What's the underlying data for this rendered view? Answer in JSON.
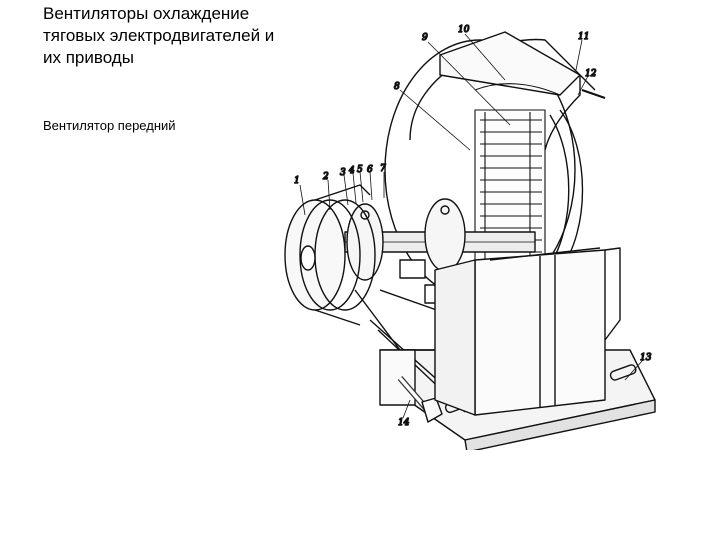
{
  "slide": {
    "title": "Вентиляторы охлаждение тяговых электродвигателей и их приводы",
    "subtitle": "Вентилятор передний"
  },
  "figure": {
    "callouts": [
      "1",
      "2",
      "3",
      "4",
      "5",
      "6",
      "7",
      "8",
      "9",
      "10",
      "11",
      "12",
      "13",
      "14"
    ]
  }
}
